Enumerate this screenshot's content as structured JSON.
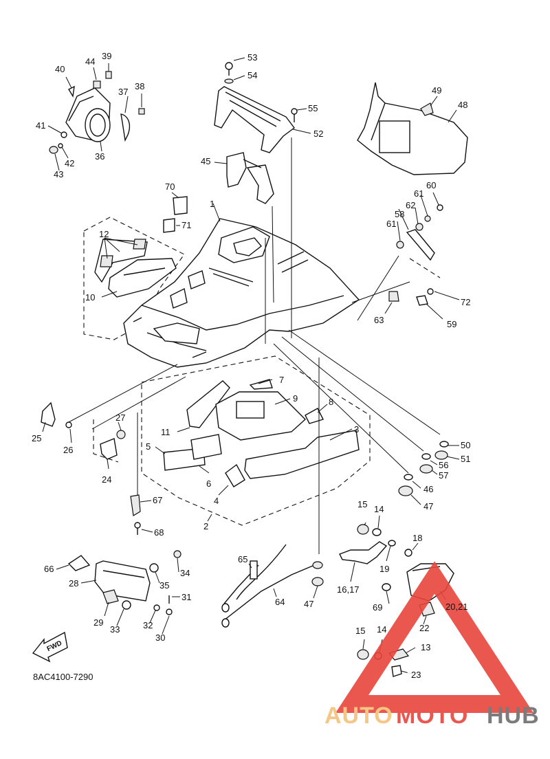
{
  "diagram": {
    "code": "8AC4100-7290",
    "fwd_label": "FWD",
    "callouts": [
      {
        "id": "c1",
        "text": "1"
      },
      {
        "id": "c2",
        "text": "2"
      },
      {
        "id": "c3",
        "text": "3"
      },
      {
        "id": "c4",
        "text": "4"
      },
      {
        "id": "c5",
        "text": "5"
      },
      {
        "id": "c6",
        "text": "6"
      },
      {
        "id": "c7",
        "text": "7"
      },
      {
        "id": "c8",
        "text": "8"
      },
      {
        "id": "c9",
        "text": "9"
      },
      {
        "id": "c10",
        "text": "10"
      },
      {
        "id": "c11",
        "text": "11"
      },
      {
        "id": "c12",
        "text": "12"
      },
      {
        "id": "c13",
        "text": "13"
      },
      {
        "id": "c14a",
        "text": "14"
      },
      {
        "id": "c14b",
        "text": "14"
      },
      {
        "id": "c15a",
        "text": "15"
      },
      {
        "id": "c15b",
        "text": "15"
      },
      {
        "id": "c1617",
        "text": "16,17"
      },
      {
        "id": "c18",
        "text": "18"
      },
      {
        "id": "c19",
        "text": "19"
      },
      {
        "id": "c2021",
        "text": "20,21"
      },
      {
        "id": "c22",
        "text": "22"
      },
      {
        "id": "c23",
        "text": "23"
      },
      {
        "id": "c24",
        "text": "24"
      },
      {
        "id": "c25",
        "text": "25"
      },
      {
        "id": "c26",
        "text": "26"
      },
      {
        "id": "c27",
        "text": "27"
      },
      {
        "id": "c28",
        "text": "28"
      },
      {
        "id": "c29",
        "text": "29"
      },
      {
        "id": "c30",
        "text": "30"
      },
      {
        "id": "c31",
        "text": "31"
      },
      {
        "id": "c32",
        "text": "32"
      },
      {
        "id": "c33",
        "text": "33"
      },
      {
        "id": "c34",
        "text": "34"
      },
      {
        "id": "c35",
        "text": "35"
      },
      {
        "id": "c36",
        "text": "36"
      },
      {
        "id": "c37",
        "text": "37"
      },
      {
        "id": "c38",
        "text": "38"
      },
      {
        "id": "c39",
        "text": "39"
      },
      {
        "id": "c40",
        "text": "40"
      },
      {
        "id": "c41",
        "text": "41"
      },
      {
        "id": "c42",
        "text": "42"
      },
      {
        "id": "c43",
        "text": "43"
      },
      {
        "id": "c44",
        "text": "44"
      },
      {
        "id": "c45",
        "text": "45"
      },
      {
        "id": "c46",
        "text": "46"
      },
      {
        "id": "c47a",
        "text": "47"
      },
      {
        "id": "c47b",
        "text": "47"
      },
      {
        "id": "c48",
        "text": "48"
      },
      {
        "id": "c49",
        "text": "49"
      },
      {
        "id": "c50",
        "text": "50"
      },
      {
        "id": "c51",
        "text": "51"
      },
      {
        "id": "c52",
        "text": "52"
      },
      {
        "id": "c53",
        "text": "53"
      },
      {
        "id": "c54",
        "text": "54"
      },
      {
        "id": "c55",
        "text": "55"
      },
      {
        "id": "c56",
        "text": "56"
      },
      {
        "id": "c57",
        "text": "57"
      },
      {
        "id": "c58",
        "text": "58"
      },
      {
        "id": "c59",
        "text": "59"
      },
      {
        "id": "c60",
        "text": "60"
      },
      {
        "id": "c61a",
        "text": "61"
      },
      {
        "id": "c61b",
        "text": "61"
      },
      {
        "id": "c62",
        "text": "62"
      },
      {
        "id": "c63",
        "text": "63"
      },
      {
        "id": "c64",
        "text": "64"
      },
      {
        "id": "c65",
        "text": "65"
      },
      {
        "id": "c66",
        "text": "66"
      },
      {
        "id": "c67",
        "text": "67"
      },
      {
        "id": "c68",
        "text": "68"
      },
      {
        "id": "c69",
        "text": "69"
      },
      {
        "id": "c70",
        "text": "70"
      },
      {
        "id": "c71",
        "text": "71"
      },
      {
        "id": "c72",
        "text": "72"
      }
    ]
  },
  "watermark": {
    "part1": "AUTO",
    "part2": "MOTO",
    "part3": "HUB",
    "color_light": "#f5c27a",
    "color_red": "#e8453c",
    "color_grey": "#6d6d6d"
  }
}
